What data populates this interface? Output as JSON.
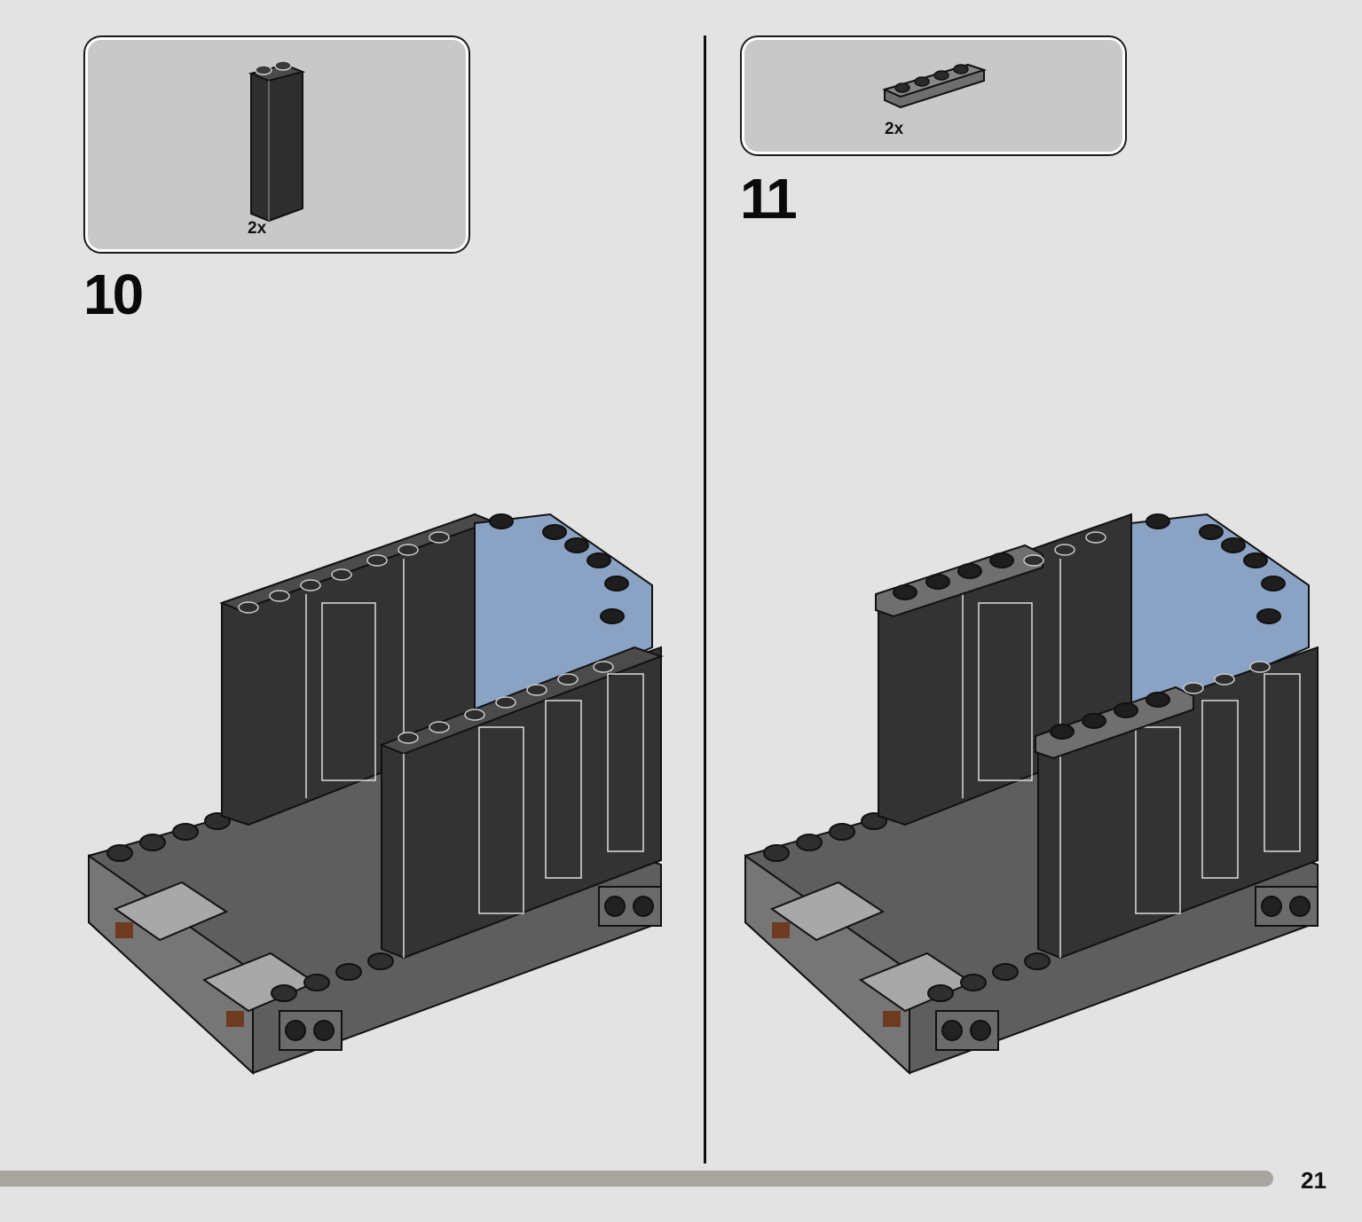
{
  "steps": [
    {
      "number": "10",
      "parts": [
        {
          "quantity": "2x",
          "piece": "black-brick-1x2x5-icon"
        }
      ]
    },
    {
      "number": "11",
      "parts": [
        {
          "quantity": "2x",
          "piece": "grey-plate-1x4-icon"
        }
      ]
    }
  ],
  "page": {
    "number": "21"
  },
  "colors": {
    "background": "#e3e3e3",
    "callout": "#c8c8c8",
    "black_brick": "#3a3a3a",
    "dark_grey": "#6b6b6b",
    "light_grey": "#a9a9a9",
    "transparent_blue": "#8aa2c4",
    "reddish_brown": "#6e3a22",
    "progress": "#a8a49f"
  }
}
